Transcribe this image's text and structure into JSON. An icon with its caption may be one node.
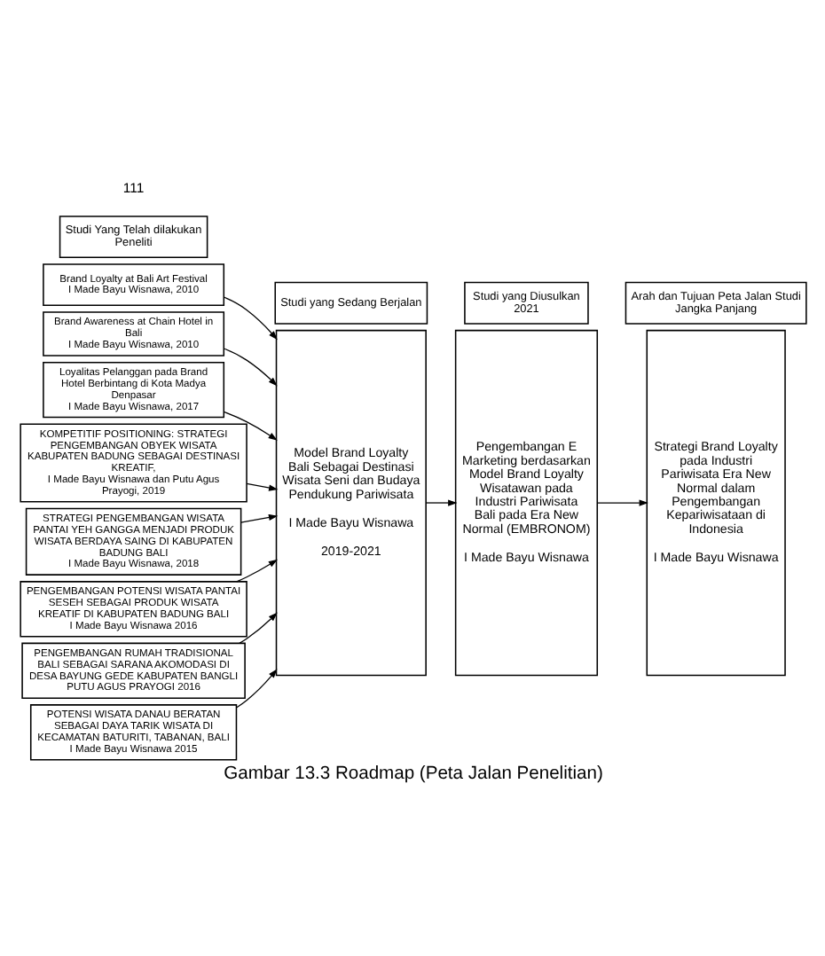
{
  "diagram": {
    "caption": "Gambar 13.3 Roadmap (Peta Jalan Penelitian)",
    "nodes": [
      {
        "text": [
          "Brand Loyalty at Bali Art Festival",
          "I Made Bayu Wisnawa, 2010"
        ]
      },
      {
        "text": [
          "Brand Awareness at Chain Hotel in Bali",
          "I Made Bayu Wisnawa, 2010"
        ]
      },
      {
        "text": [
          "Loyalitas Pelanggan pada Brand Hotel Berbintang di Kota Madya Denpasar",
          "I Made Bayu Wisnawa, 2017"
        ]
      },
      {
        "text": [
          "KOMPETITIF POSITIONING: STRATEGI PENGEMBANGAN OBYEK WISATA KABUPATEN BADUNG SEBAGAI DESTINASI KREATIF,",
          "I Made Bayu Wisnawa dan Putu Agus Prayogi, 2019"
        ]
      },
      {
        "text": [
          "STRATEGI PENGEMBANGAN WISATA PANTAI YEH GANGGA MENJADI PRODUK WISATA BERDAYA SAING DI KABUPATEN BADUNG BALI",
          "I Made Bayu Wisnawa, 2018"
        ]
      },
      {
        "text": [
          "PENGEMBANGAN POTENSI WISATA PANTAI SESEH SEBAGAI PRODUK WISATA KREATIF DI KABUPATEN BADUNG BALI",
          "I Made Bayu Wisnawa 2016"
        ]
      },
      {
        "text": [
          "PENGEMBANGAN RUMAH TRADISIONAL BALI SEBAGAI SARANA AKOMODASI DI DESA BAYUNG GEDE KABUPATEN BANGLI",
          "PUTU AGUS PRAYOGI 2016"
        ]
      },
      {
        "text": [
          "POTENSI WISATA DANAU BERATAN SEBAGAI DAYA TARIK WISATA DI KECAMATAN BATURITI, TABANAN, BALI",
          "I Made Bayu Wisnawa 2015"
        ]
      },
      {
        "text": [
          "Model Brand Loyalty Bali Sebagai Destinasi Wisata Seni dan Budaya Pendukung Pariwisata",
          "I Made Bayu Wisnawa",
          "2019-2021"
        ]
      },
      {
        "text": [
          "Pengembangan E Marketing berdasarkan Model Brand Loyalty Wisatawan pada Industri Pariwisata Bali pada Era New Normal (EMBRONOM)",
          "I Made Bayu Wisnawa"
        ]
      },
      {
        "text": [
          "Strategi Brand Loyalty pada Industri Pariwisata Era New Normal dalam Pengembangan Kepariwisataan di Indonesia",
          "I Made Bayu Wisnawa"
        ]
      },
      {
        "text": [
          "Studi Yang Telah dilakukan Peneliti"
        ]
      },
      {
        "text": [
          "Studi yang Sedang Berjalan"
        ]
      },
      {
        "text": [
          "Studi yang Diusulkan",
          "2021"
        ]
      },
      {
        "text": [
          "Arah dan Tujuan Peta Jalan Studi Jangka Panjang"
        ]
      }
    ],
    "edges": [
      {
        "from": 0,
        "to": 8,
        "arrow": "to"
      },
      {
        "from": 1,
        "to": 8,
        "arrow": "to"
      },
      {
        "from": 2,
        "to": 8,
        "arrow": "to"
      },
      {
        "from": 3,
        "to": 8,
        "arrow": "to"
      },
      {
        "from": 4,
        "to": 8,
        "arrow": "to"
      },
      {
        "from": 5,
        "to": 8,
        "arrow": "to"
      },
      {
        "from": 6,
        "to": 8,
        "arrow": "to"
      },
      {
        "from": 7,
        "to": 8,
        "arrow": "to"
      },
      {
        "from": 8,
        "to": 9,
        "arrow": "to"
      },
      {
        "from": 9,
        "to": 10,
        "arrow": "to"
      }
    ],
    "labels": [
      "111"
    ]
  }
}
